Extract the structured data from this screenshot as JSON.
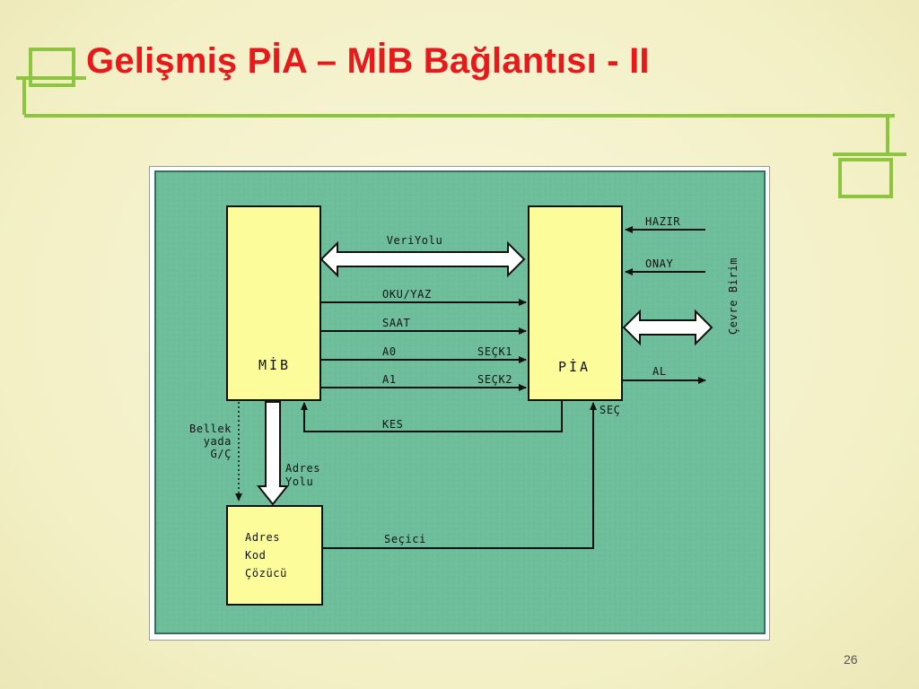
{
  "slide": {
    "title": "Gelişmiş PİA – MİB Bağlantısı - II",
    "page_number": "26"
  },
  "colors": {
    "title_red": "#e8191b",
    "accent_green": "#8cc63f",
    "diagram_background": "#6fbe9b",
    "block_fill": "#fcfc9a"
  },
  "diagram": {
    "blocks": {
      "mib": "MİB",
      "pia": "PİA",
      "decoder_line1": "Adres",
      "decoder_line2": "Kod",
      "decoder_line3": "Çözücü"
    },
    "signals": {
      "data_bus": "VeriYolu",
      "read_write": "OKU/YAZ",
      "clock": "SAAT",
      "a0": "A0",
      "a1": "A1",
      "select1": "SEÇK1",
      "select2": "SEÇK2",
      "interrupt": "KES",
      "ready": "HAZIR",
      "acknowledge": "ONAY",
      "receive": "AL",
      "select": "SEÇ",
      "peripheral": "Çevre Birim",
      "address_bus_line1": "Adres",
      "address_bus_line2": "Yolu",
      "mem_io_line1": "Bellek",
      "mem_io_line2": "yada",
      "mem_io_line3": "G/Ç",
      "selector": "Seçici"
    }
  }
}
